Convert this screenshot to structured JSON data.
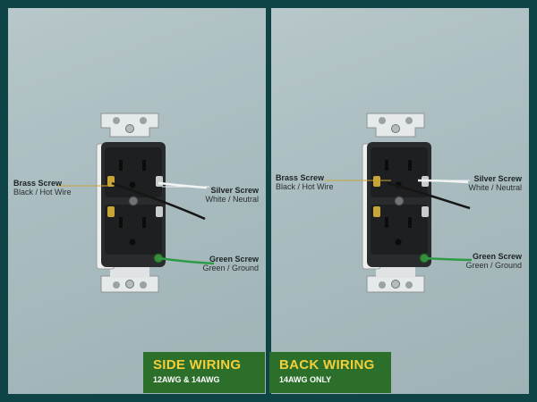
{
  "panels": [
    {
      "brass": {
        "title": "Brass Screw",
        "desc": "Black / Hot Wire"
      },
      "silver": {
        "title": "Silver Screw",
        "desc": "White / Neutral"
      },
      "green": {
        "title": "Green Screw",
        "desc": "Green / Ground"
      },
      "badge": {
        "title": "SIDE WIRING",
        "subtitle": "12AWG & 14AWG"
      }
    },
    {
      "brass": {
        "title": "Brass Screw",
        "desc": "Black / Hot Wire"
      },
      "silver": {
        "title": "Silver Screw",
        "desc": "White / Neutral"
      },
      "green": {
        "title": "Green Screw",
        "desc": "Green / Ground"
      },
      "badge": {
        "title": "BACK WIRING",
        "subtitle": "14AWG ONLY"
      }
    }
  ],
  "colors": {
    "frame": "#0f4446",
    "badge_bg": "#2c6f2a",
    "badge_title": "#f4cf3a",
    "brass": "#c9a437",
    "ground_wire": "#2f9a46"
  }
}
